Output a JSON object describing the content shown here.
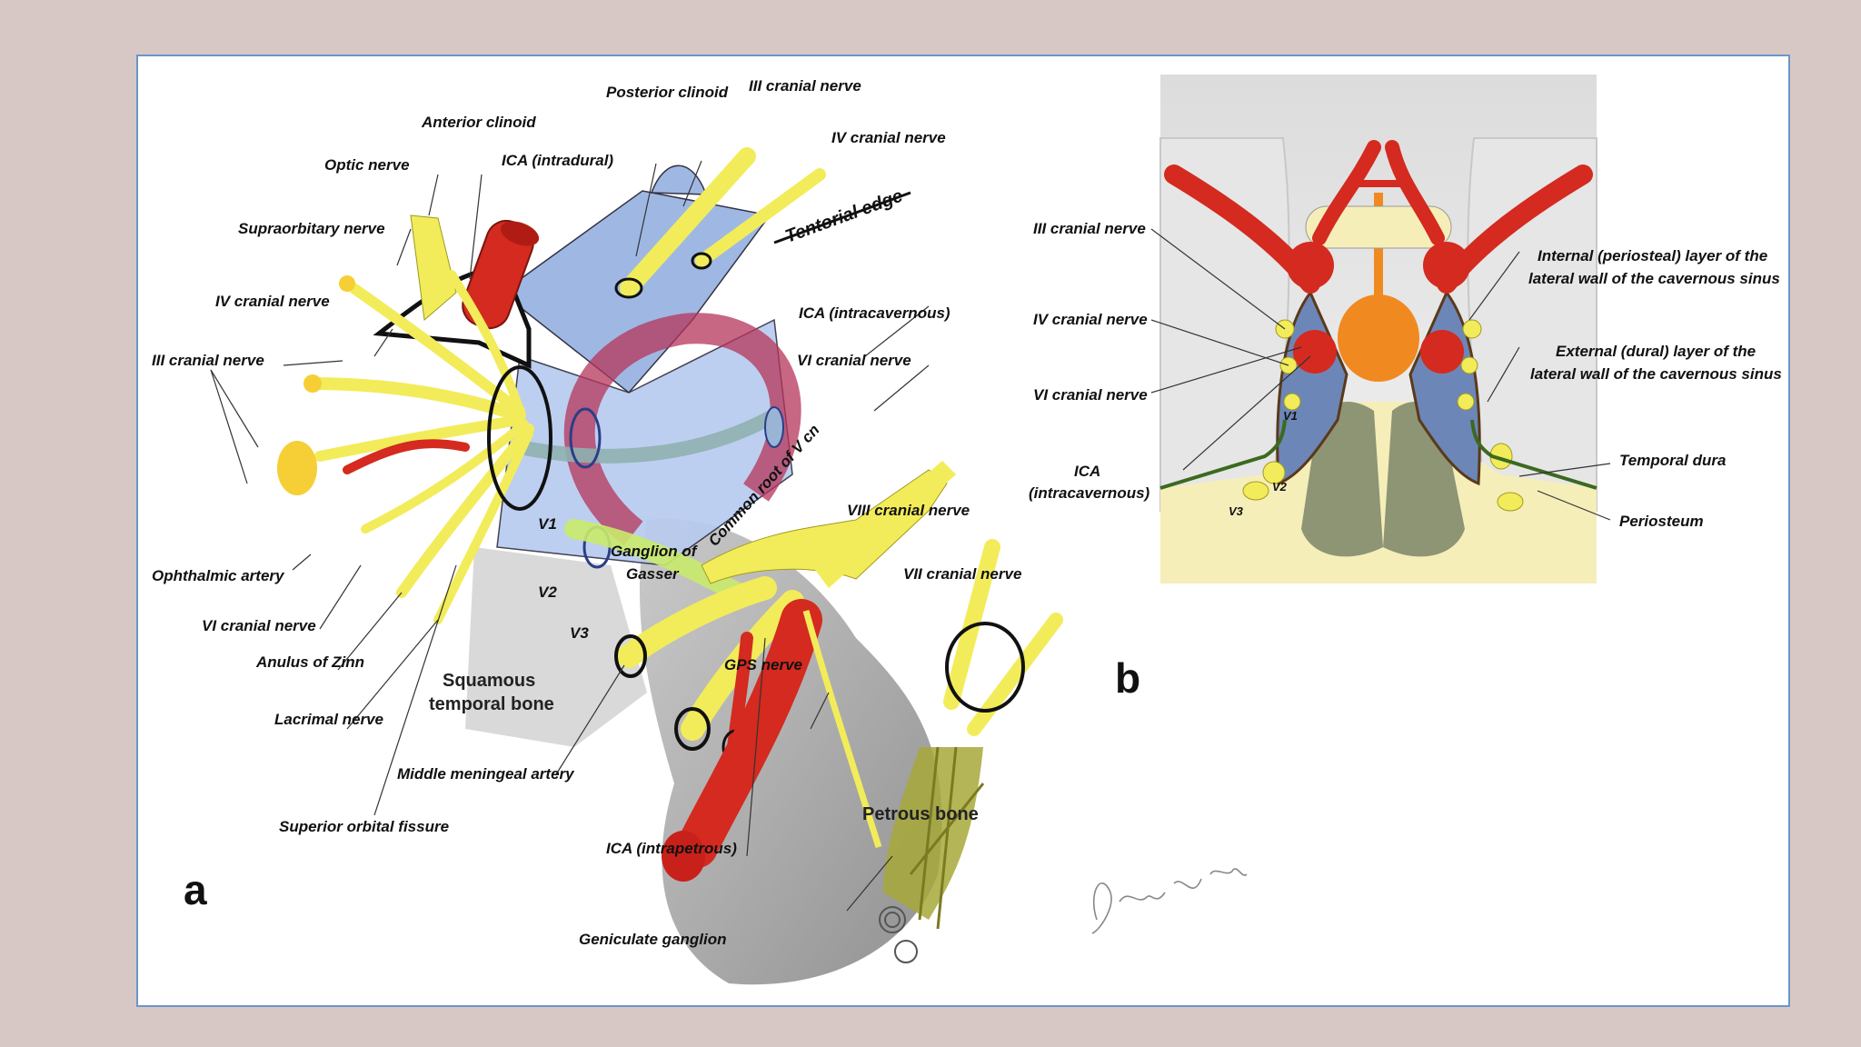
{
  "panel_a": {
    "letter": "a",
    "labels": {
      "anterior_clinoid": "Anterior clinoid",
      "posterior_clinoid": "Posterior clinoid",
      "iii_top": "III cranial nerve",
      "iv_top": "IV cranial nerve",
      "optic_nerve": "Optic nerve",
      "ica_intradural": "ICA (intradural)",
      "supraorbitary_nerve": "Supraorbitary nerve",
      "tentorial_edge": "Tentorial edge",
      "iv_left": "IV cranial nerve",
      "ica_intracavernous": "ICA (intracavernous)",
      "iii_left": "III cranial nerve",
      "vi_right": "VI cranial nerve",
      "common_root": "Common root of V cn",
      "v1": "V1",
      "v2": "V2",
      "v3": "V3",
      "ganglion_1": "Ganglion of",
      "ganglion_2": "Gasser",
      "viii": "VIII cranial nerve",
      "vii": "VII cranial nerve",
      "ophthalmic_artery": "Ophthalmic artery",
      "vi_left": "VI cranial nerve",
      "anulus_zinn": "Anulus of Zinn",
      "squamous_1": "Squamous",
      "squamous_2": "temporal bone",
      "gps_nerve": "GPS nerve",
      "lacrimal_nerve": "Lacrimal nerve",
      "middle_meningeal": "Middle meningeal artery",
      "petrous_bone": "Petrous bone",
      "superior_orbital_fissure": "Superior orbital fissure",
      "ica_intrapetrous": "ICA (intrapetrous)",
      "geniculate_ganglion": "Geniculate ganglion"
    }
  },
  "panel_b": {
    "letter": "b",
    "labels": {
      "iii": "III cranial nerve",
      "iv": "IV cranial nerve",
      "vi": "VI cranial nerve",
      "ica_1": "ICA",
      "ica_2": "(intracavernous)",
      "internal_1": "Internal (periosteal) layer of the",
      "internal_2": "lateral wall of the cavernous sinus",
      "external_1": "External (dural) layer of the",
      "external_2": "lateral wall of the cavernous sinus",
      "temporal_dura": "Temporal dura",
      "periosteum": "Periosteum",
      "v1": "V1",
      "v2": "V2",
      "v3": "V3"
    }
  },
  "colors": {
    "background": "#d8c8c5",
    "slide_border": "#6b95c9",
    "nerve_yellow": "#f2ec5a",
    "artery_red": "#d42a1f",
    "sinus_blue": "#a9bfe6",
    "bone_gray": "#9a9a9a"
  }
}
